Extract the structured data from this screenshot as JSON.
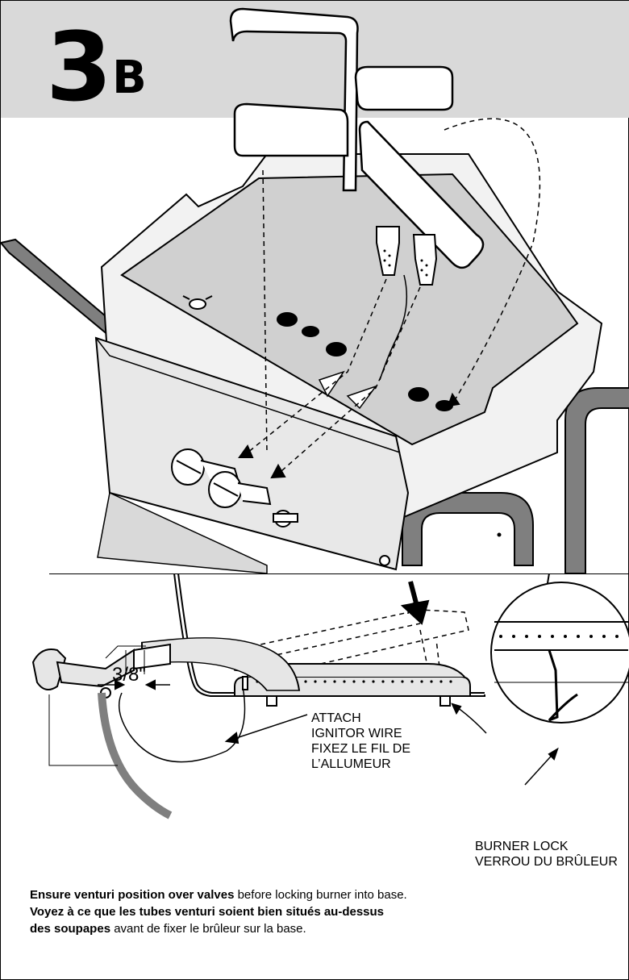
{
  "step": {
    "number": "3",
    "letter": "B"
  },
  "diagram": {
    "dimension": "3/8\"",
    "ignitor_en_1": "ATTACH",
    "ignitor_en_2": "IGNITOR WIRE",
    "ignitor_fr_1": "FIXEZ LE FIL DE",
    "ignitor_fr_2": "L’ALLUMEUR",
    "burner_lock_en": "BURNER LOCK",
    "burner_lock_fr": "VERROU DU BRÛLEUR"
  },
  "instructions": {
    "en_bold": "Ensure venturi position over valves",
    "en_rest": " before locking burner into base.",
    "fr_bold_1": "Voyez à ce que les tubes venturi soient bien situés au-dessus",
    "fr_bold_2": "des soupapes",
    "fr_rest": " avant de fixer le brûleur sur la base."
  },
  "colors": {
    "header_band": "#d9d9d9",
    "metal_dark": "#7f7f7f",
    "metal_light": "#e6e6e6"
  }
}
